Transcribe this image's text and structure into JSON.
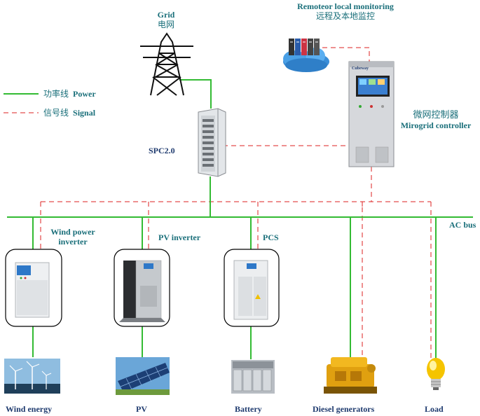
{
  "legend": {
    "power_cn": "功率线",
    "power_en": "Power",
    "signal_cn": "信号线",
    "signal_en": "Signal"
  },
  "grid": {
    "en": "Grid",
    "cn": "电网"
  },
  "remote": {
    "en": "Remoteor local monitoring",
    "cn": "远程及本地监控"
  },
  "controller": {
    "cn": "微网控制器",
    "en": "Mirogrid controller",
    "screen_brand": "Cubeway"
  },
  "spc": {
    "label": "SPC2.0"
  },
  "ac_bus": {
    "label": "AC bus"
  },
  "converters": {
    "wind_line1": "Wind power",
    "wind_line2": "inverter",
    "pv": "PV inverter",
    "pcs": "PCS"
  },
  "sources": {
    "wind": "Wind energy",
    "pv": "PV",
    "battery": "Battery",
    "diesel": "Diesel generators",
    "load": "Load"
  },
  "colors": {
    "power_line": "#33bb33",
    "signal_line": "#dd2222",
    "label_teal": "#1a6f7a",
    "label_navy": "#1f3b6f"
  }
}
